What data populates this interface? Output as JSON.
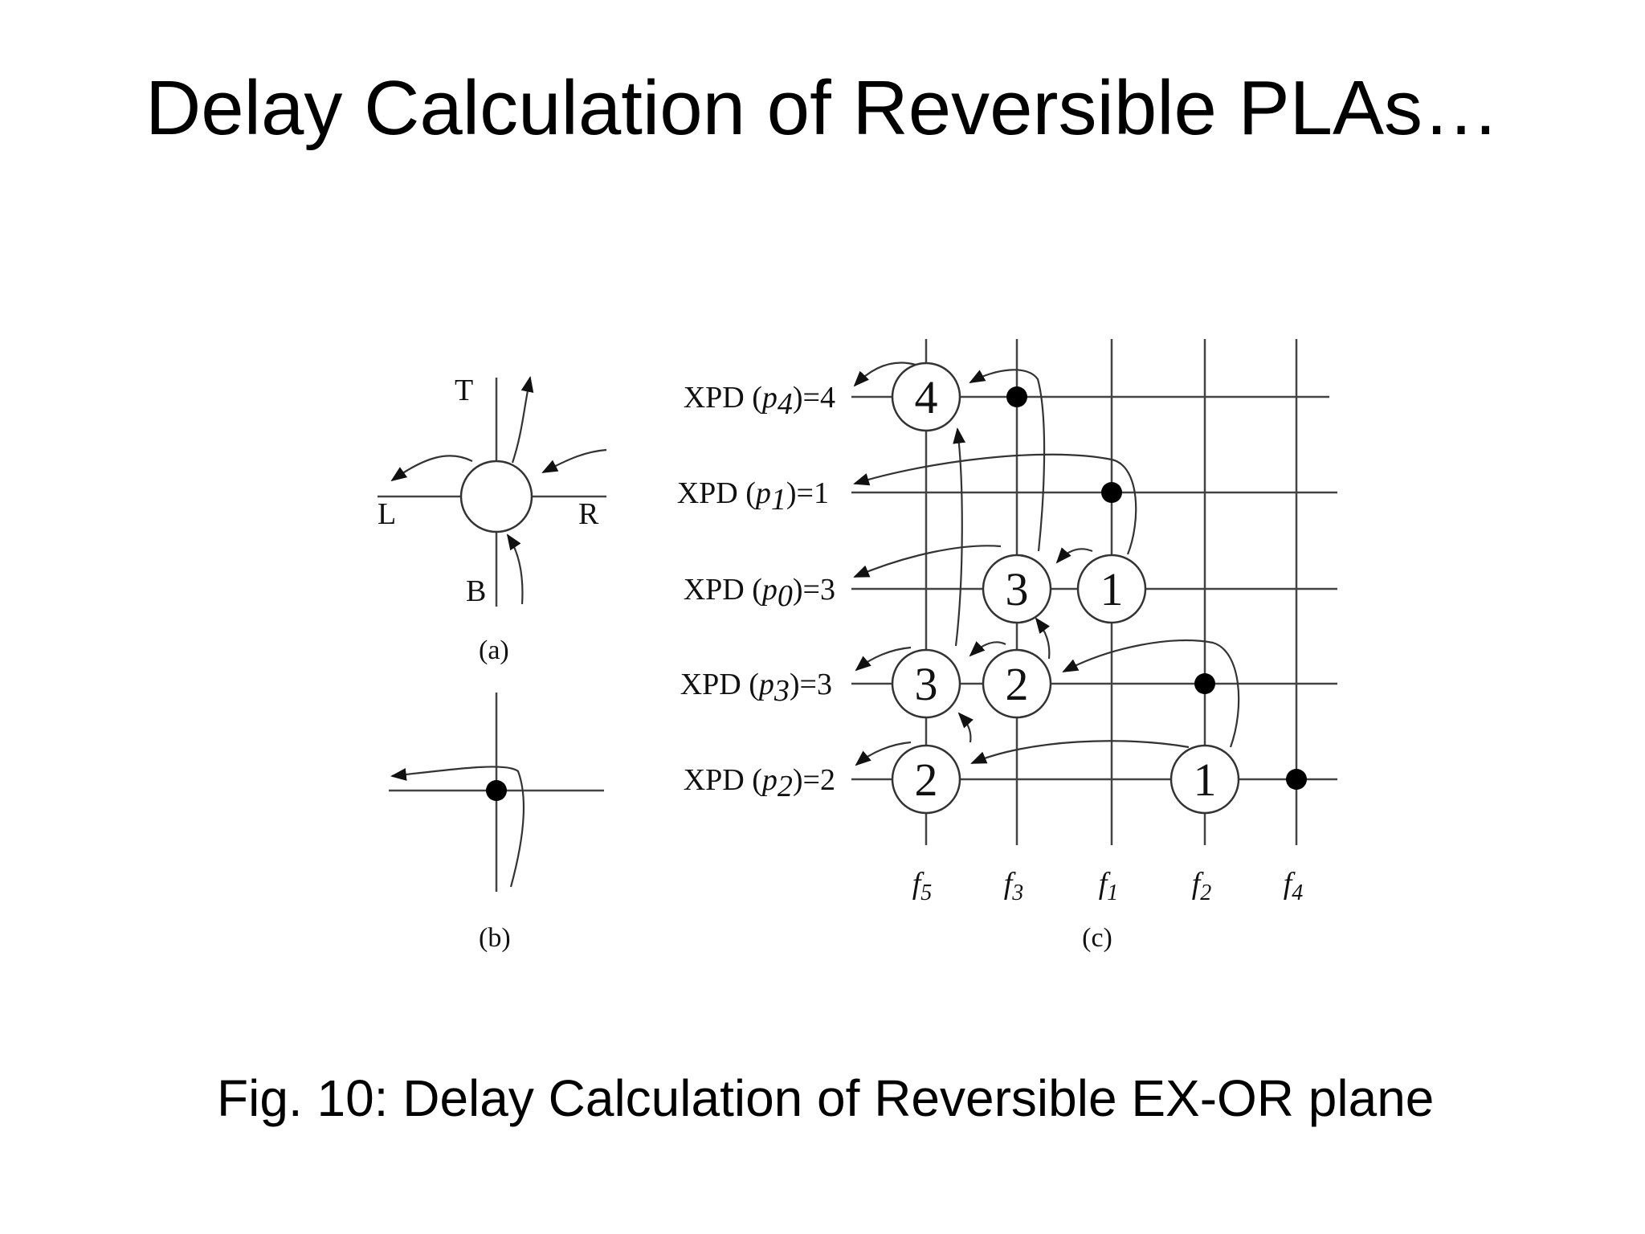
{
  "slide": {
    "title": "Delay Calculation of Reversible PLAs…",
    "caption": "Fig. 10: Delay Calculation of Reversible EX-OR plane"
  },
  "panel_a": {
    "labels": {
      "top": "T",
      "left": "L",
      "right": "R",
      "bottom": "B"
    },
    "caption": "(a)"
  },
  "panel_b": {
    "caption": "(b)"
  },
  "panel_c": {
    "caption": "(c)",
    "rows": [
      {
        "prefix": "XPD (",
        "var": "p",
        "sub": "4",
        "suffix": ")=4"
      },
      {
        "prefix": "XPD (",
        "var": "p",
        "sub": "1",
        "suffix": ")=1"
      },
      {
        "prefix": "XPD (",
        "var": "p",
        "sub": "0",
        "suffix": ")=3"
      },
      {
        "prefix": "XPD (",
        "var": "p",
        "sub": "3",
        "suffix": ")=3"
      },
      {
        "prefix": "XPD (",
        "var": "p",
        "sub": "2",
        "suffix": ")=2"
      }
    ],
    "columns": [
      {
        "var": "f",
        "sub": "5"
      },
      {
        "var": "f",
        "sub": "3"
      },
      {
        "var": "f",
        "sub": "1"
      },
      {
        "var": "f",
        "sub": "2"
      },
      {
        "var": "f",
        "sub": "4"
      }
    ],
    "nodes": [
      {
        "id": "p4-f5",
        "value": "4"
      },
      {
        "id": "p0-f3",
        "value": "3"
      },
      {
        "id": "p0-f1",
        "value": "1"
      },
      {
        "id": "p3-f5",
        "value": "3"
      },
      {
        "id": "p3-f3",
        "value": "2"
      },
      {
        "id": "p2-f5",
        "value": "2"
      },
      {
        "id": "p2-f2",
        "value": "1"
      }
    ]
  }
}
